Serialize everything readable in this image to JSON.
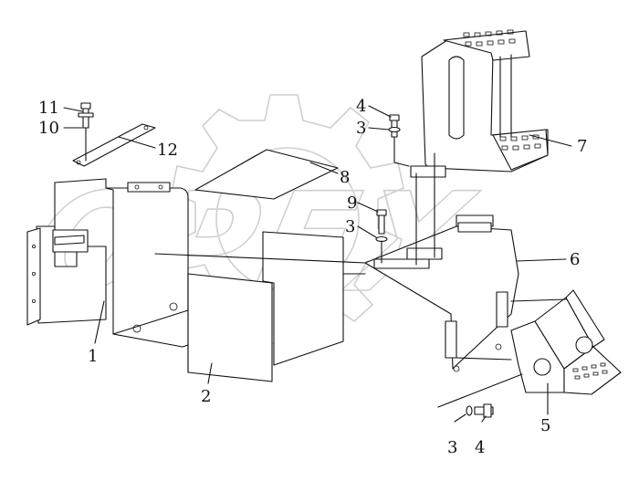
{
  "watermark": {
    "text": "OPEX"
  },
  "callouts": [
    {
      "id": "c11",
      "label": "11"
    },
    {
      "id": "c10",
      "label": "10"
    },
    {
      "id": "c12",
      "label": "12"
    },
    {
      "id": "c4a",
      "label": "4"
    },
    {
      "id": "c3a",
      "label": "3"
    },
    {
      "id": "c8",
      "label": "8"
    },
    {
      "id": "c9",
      "label": "9"
    },
    {
      "id": "c3b",
      "label": "3"
    },
    {
      "id": "c7",
      "label": "7"
    },
    {
      "id": "c6",
      "label": "6"
    },
    {
      "id": "c1",
      "label": "1"
    },
    {
      "id": "c2",
      "label": "2"
    },
    {
      "id": "c3c",
      "label": "3"
    },
    {
      "id": "c4b",
      "label": "4"
    },
    {
      "id": "c5",
      "label": "5"
    }
  ]
}
